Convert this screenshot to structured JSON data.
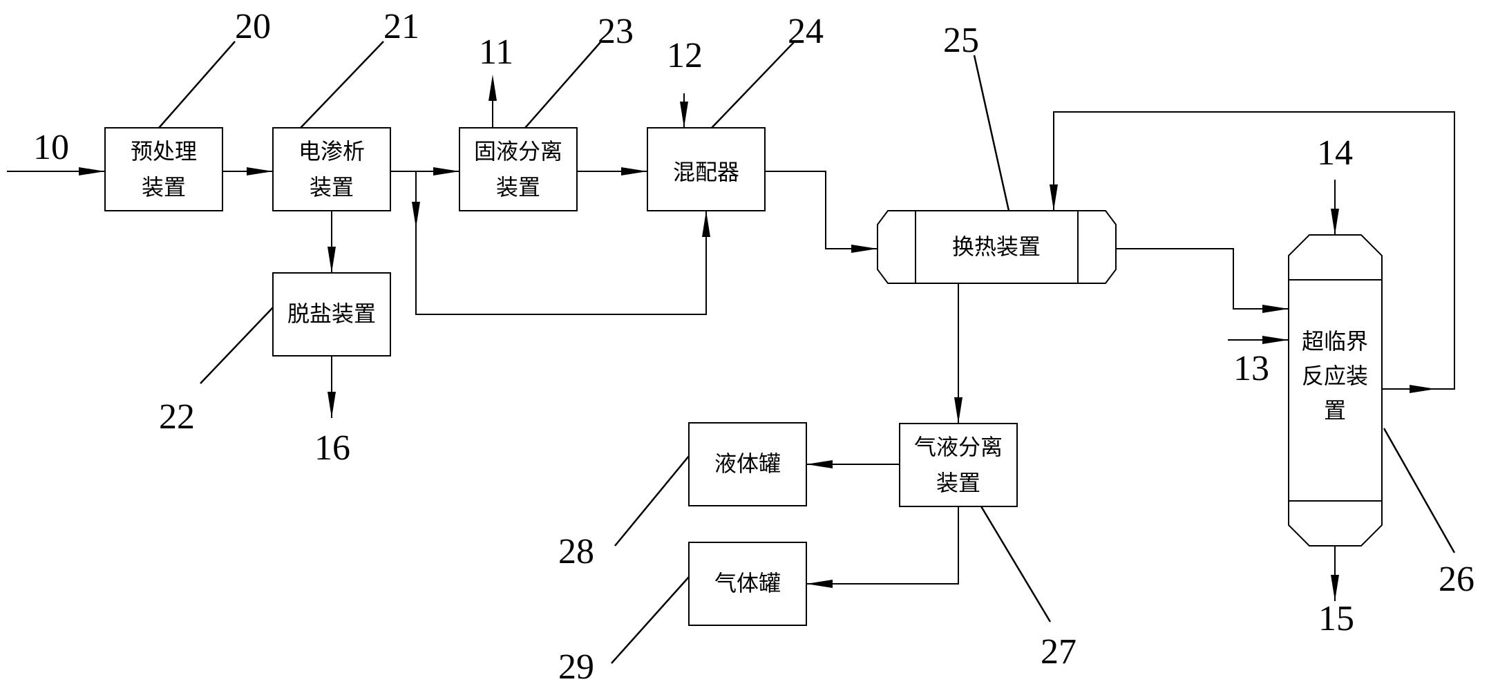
{
  "devices": {
    "pretreatment": {
      "line1": "预处理",
      "line2": "装置"
    },
    "electrodialysis": {
      "line1": "电渗析",
      "line2": "装置"
    },
    "solid_liquid_separation": {
      "line1": "固液分离",
      "line2": "装置"
    },
    "mixer": {
      "line1": "混配器"
    },
    "desalination": {
      "line1": "脱盐装置"
    },
    "heat_exchanger": {
      "line1": "换热装置"
    },
    "supercritical_reactor": {
      "line1": "超临界",
      "line2": "反应装",
      "line3": "置"
    },
    "gas_liquid_separation": {
      "line1": "气液分离",
      "line2": "装置"
    },
    "liquid_tank": {
      "line1": "液体罐"
    },
    "gas_tank": {
      "line1": "气体罐"
    }
  },
  "reference_numbers": {
    "n10": "10",
    "n11": "11",
    "n12": "12",
    "n13": "13",
    "n14": "14",
    "n15": "15",
    "n16": "16",
    "n20": "20",
    "n21": "21",
    "n22": "22",
    "n23": "23",
    "n24": "24",
    "n25": "25",
    "n26": "26",
    "n27": "27",
    "n28": "28",
    "n29": "29"
  }
}
